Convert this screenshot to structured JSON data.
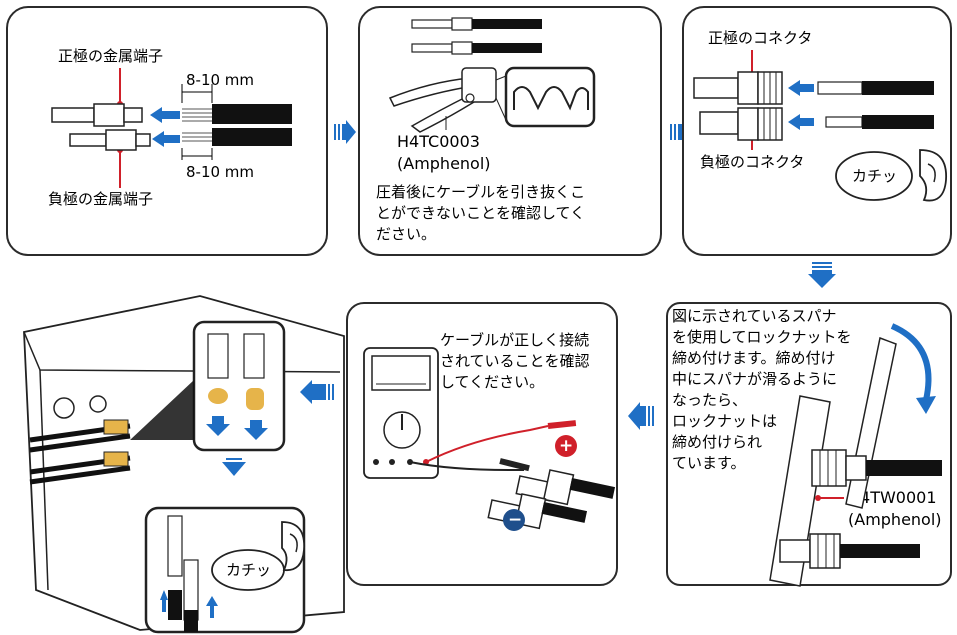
{
  "panels": {
    "step1": {
      "positive_terminal": "正極の金属端子",
      "negative_terminal": "負極の金属端子",
      "strip_length_top": "8-10 mm",
      "strip_length_bottom": "8-10 mm"
    },
    "step2": {
      "tool_model": "H4TC0003",
      "tool_brand": "(Amphenol)",
      "note_lines": [
        "圧着後にケーブルを引き抜くこ",
        "とができないことを確認してく",
        "ださい。"
      ]
    },
    "step3": {
      "positive_connector": "正極のコネクタ",
      "negative_connector": "負極のコネクタ",
      "click_sound": "カチッ"
    },
    "step4": {
      "note_lines": [
        "図に示されているスパナ",
        "を使用してロックナットを",
        "締め付けます。締め付け",
        "中にスパナが滑るように",
        "なったら、",
        "ロックナットは",
        "締め付けられ",
        "ています。"
      ],
      "tool_model": "H4TW0001",
      "tool_brand": "(Amphenol)"
    },
    "step5": {
      "note_lines": [
        "ケーブルが正しく接続",
        "されていることを確認",
        "してください。"
      ],
      "positive_sign": "+",
      "negative_sign": "−"
    },
    "step6": {
      "click_sound": "カチッ"
    }
  },
  "colors": {
    "arrow_blue": "#1f6fc5",
    "cap_yellow": "#e6b44a",
    "marker_red": "#d0202a"
  }
}
